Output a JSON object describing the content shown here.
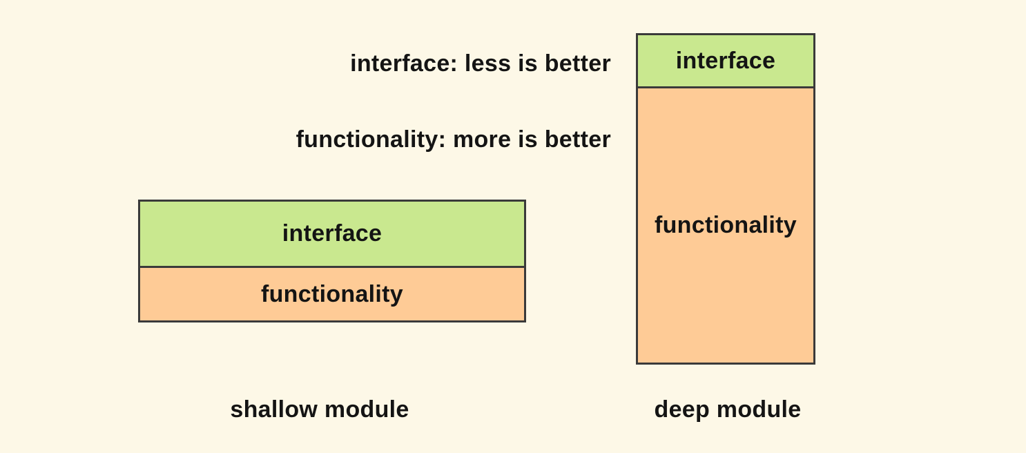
{
  "colors": {
    "background": "#FDF8E7",
    "interface_fill": "#C9E88F",
    "functionality_fill": "#FECB96",
    "border_color": "#3A3A3A",
    "text_color": "#141414"
  },
  "annotations": {
    "interface_note": "interface: less is better",
    "functionality_note": "functionality: more is better"
  },
  "shallow_module": {
    "interface_label": "interface",
    "functionality_label": "functionality",
    "caption": "shallow module"
  },
  "deep_module": {
    "interface_label": "interface",
    "functionality_label": "functionality",
    "caption": "deep module"
  }
}
